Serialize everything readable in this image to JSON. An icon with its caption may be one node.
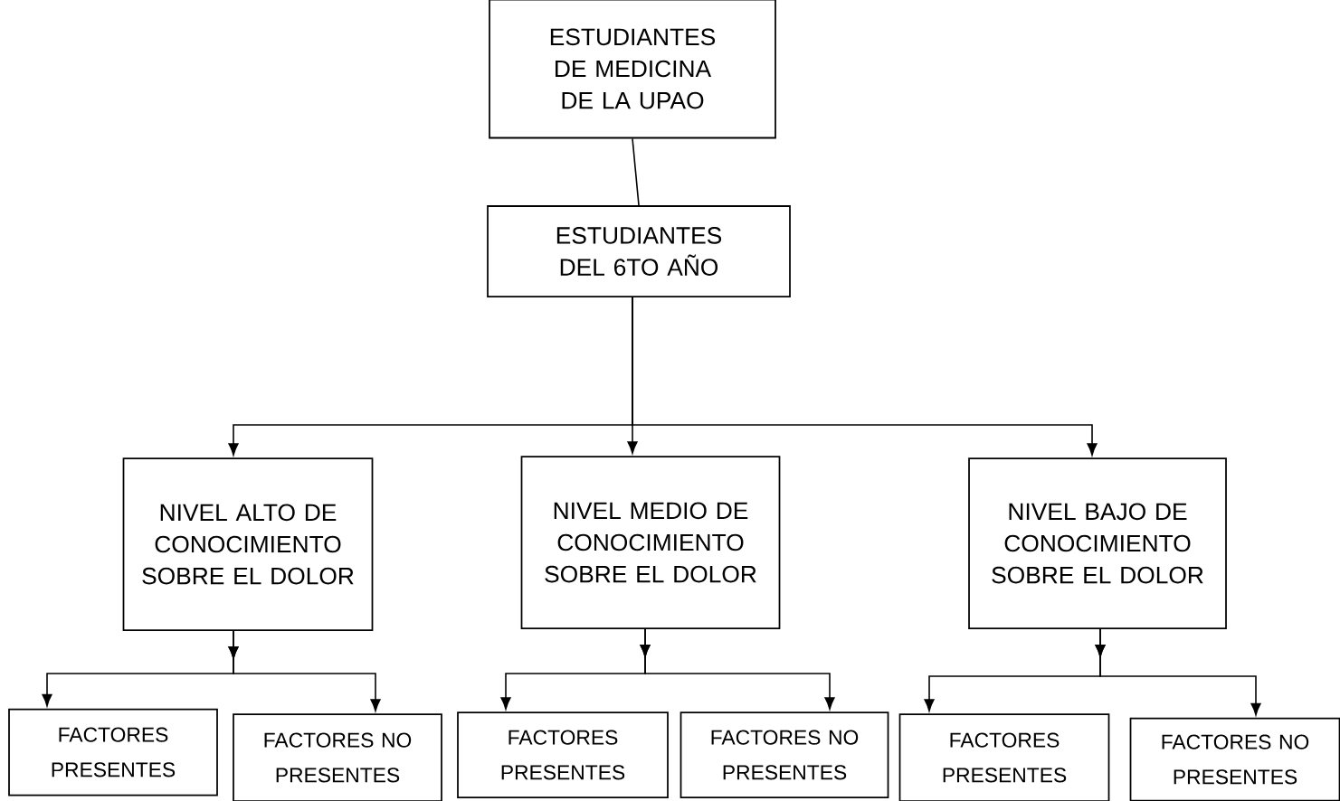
{
  "diagram": {
    "nodes": [
      {
        "text": [
          "ESTUDIANTES DE MEDICINA DE LA UPAO"
        ]
      },
      {
        "text": [
          "ESTUDIANTES DEL 6TO AÑO"
        ]
      },
      {
        "text": [
          "NIVEL ALTO DE CONOCIMIENTO SOBRE EL DOLOR"
        ]
      },
      {
        "text": [
          "NIVEL MEDIO DE CONOCIMIENTO SOBRE EL DOLOR"
        ]
      },
      {
        "text": [
          "NIVEL BAJO DE CONOCIMIENTO SOBRE EL DOLOR"
        ]
      },
      {
        "text": [
          "FACTORES PRESENTES"
        ]
      },
      {
        "text": [
          "FACTORES NO PRESENTES"
        ]
      },
      {
        "text": [
          "FACTORES PRESENTES"
        ]
      },
      {
        "text": [
          "FACTORES NO PRESENTES"
        ]
      },
      {
        "text": [
          "FACTORES PRESENTES"
        ]
      },
      {
        "text": [
          "FACTORES NO PRESENTES"
        ]
      }
    ],
    "edges": [
      {
        "from": 0,
        "to": 1,
        "arrow": "none"
      },
      {
        "from": 1,
        "to": 2,
        "arrow": "to"
      },
      {
        "from": 1,
        "to": 3,
        "arrow": "to"
      },
      {
        "from": 1,
        "to": 4,
        "arrow": "to"
      },
      {
        "from": 2,
        "to": 5,
        "arrow": "to"
      },
      {
        "from": 2,
        "to": 6,
        "arrow": "to"
      },
      {
        "from": 3,
        "to": 7,
        "arrow": "to"
      },
      {
        "from": 3,
        "to": 8,
        "arrow": "to"
      },
      {
        "from": 4,
        "to": 9,
        "arrow": "to"
      },
      {
        "from": 4,
        "to": 10,
        "arrow": "to"
      }
    ]
  }
}
